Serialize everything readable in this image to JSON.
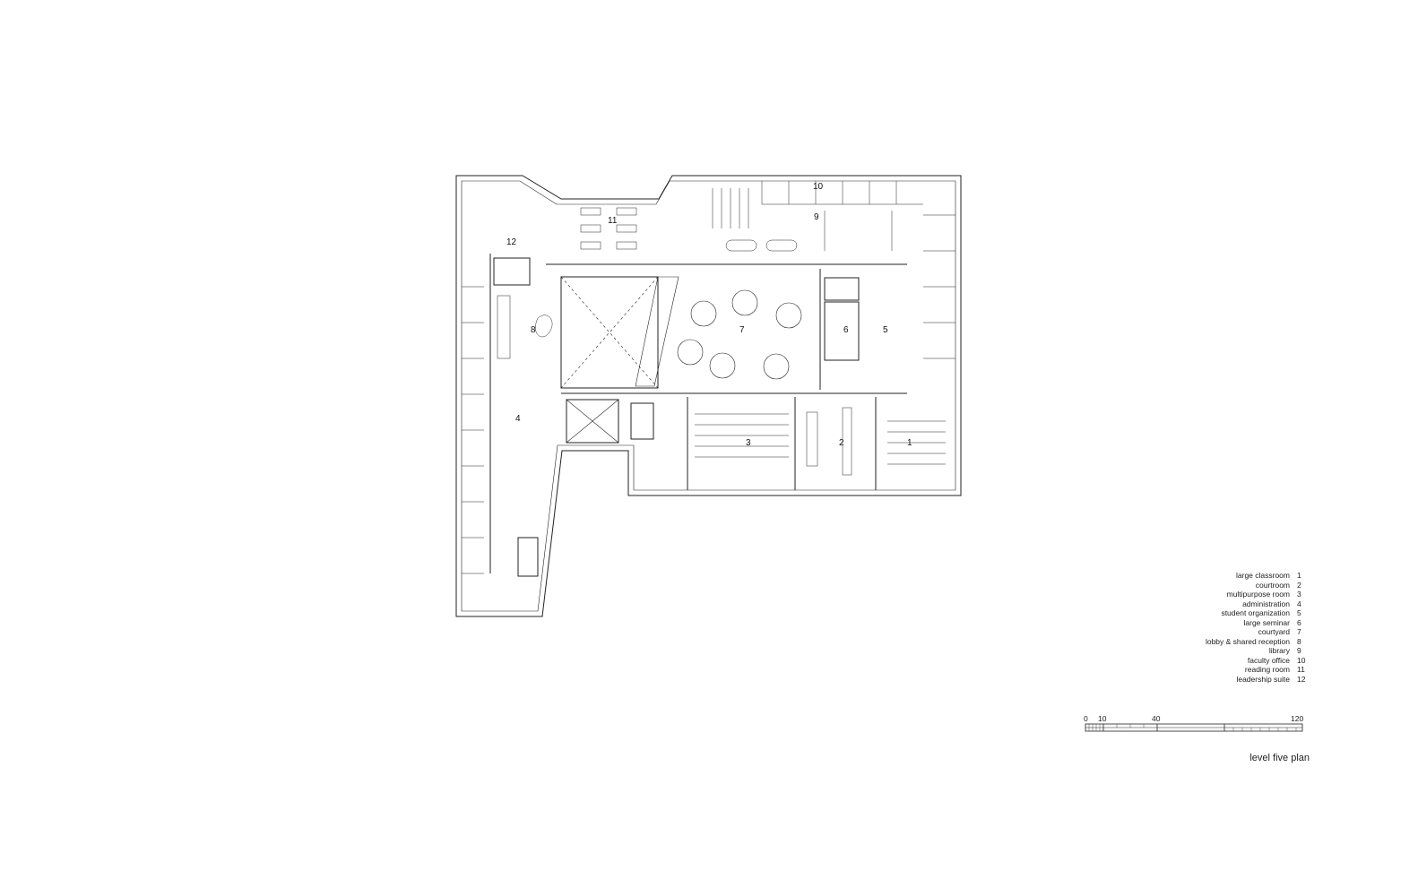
{
  "plan_title": "level five plan",
  "legend": [
    {
      "label": "large classroom",
      "number": "1"
    },
    {
      "label": "courtroom",
      "number": "2"
    },
    {
      "label": "multipurpose room",
      "number": "3"
    },
    {
      "label": "administration",
      "number": "4"
    },
    {
      "label": "student organization",
      "number": "5"
    },
    {
      "label": "large seminar",
      "number": "6"
    },
    {
      "label": "courtyard",
      "number": "7"
    },
    {
      "label": "lobby & shared reception",
      "number": "8"
    },
    {
      "label": "library",
      "number": "9"
    },
    {
      "label": "faculty office",
      "number": "10"
    },
    {
      "label": "reading room",
      "number": "11"
    },
    {
      "label": "leadership suite",
      "number": "12"
    }
  ],
  "room_tags": [
    "1",
    "2",
    "3",
    "4",
    "5",
    "6",
    "7",
    "8",
    "9",
    "10",
    "11",
    "12"
  ],
  "scale_bar": {
    "ticks": [
      "0",
      "10",
      "40",
      "120"
    ],
    "values": [
      0,
      10,
      40,
      120
    ]
  }
}
